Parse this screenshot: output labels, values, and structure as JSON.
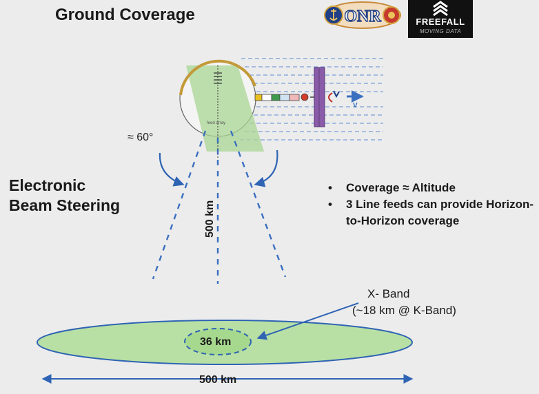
{
  "title": "Ground Coverage",
  "left_label": {
    "line1": "Electronic",
    "line2": "Beam Steering"
  },
  "angle_label": "≈ 60°",
  "altitude_label": "500 km",
  "bullets": [
    "Coverage ≈ Altitude",
    "3 Line feeds can provide Horizon-to-Horizon coverage"
  ],
  "xband_label": "X- Band",
  "kband_label": "(~18 km @ K-Band)",
  "spot_label": "36 km",
  "swath_label": "500 km",
  "velocity_label": "V",
  "onr_logo_text": "ONR",
  "freefall_logo": {
    "name": "FREEFALL",
    "tagline": "MOVING DATA"
  },
  "colors": {
    "footprint_fill": "#b8e0a4",
    "spot_fill": "#a6d88e",
    "outline_blue": "#2f64b4",
    "beam_blue": "#3a6fc0",
    "panel_purple": "#8a5ba8",
    "reflector_gold": "#c49a38"
  }
}
